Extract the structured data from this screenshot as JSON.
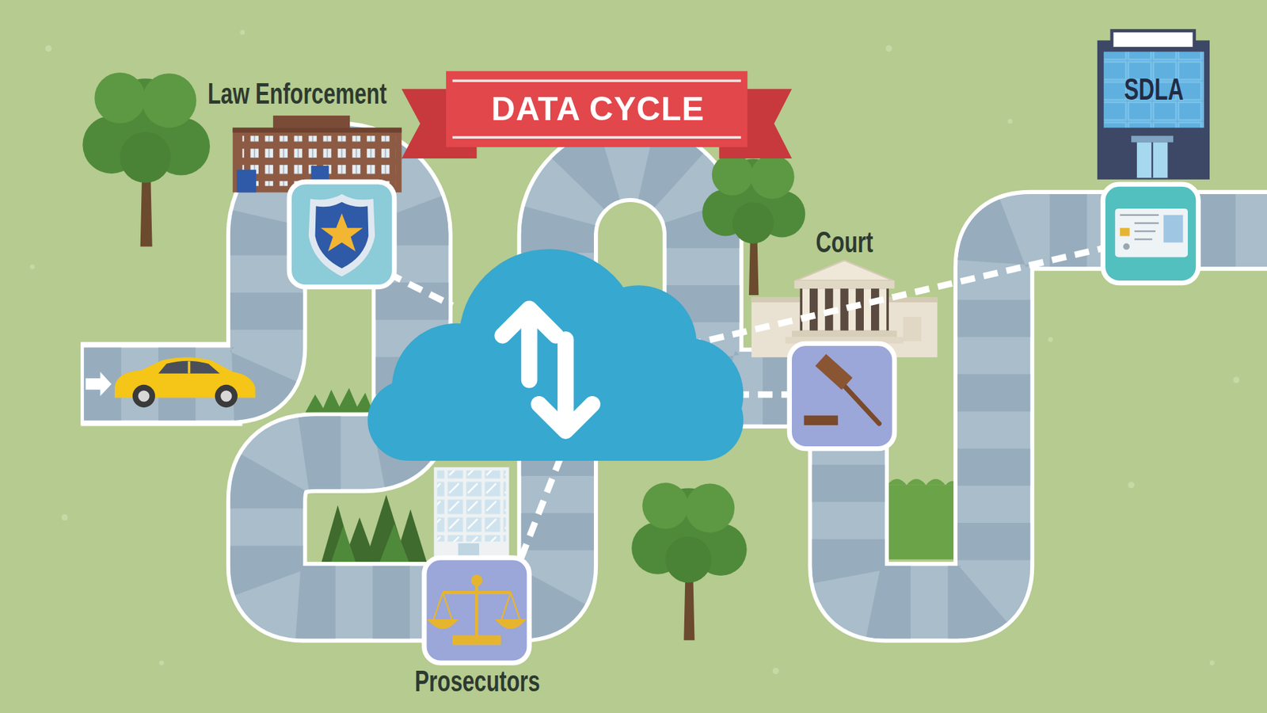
{
  "diagram": {
    "title": "DATA CYCLE",
    "nodes": [
      {
        "text": [
          "Law Enforcement"
        ]
      },
      {
        "text": [
          "Court"
        ]
      },
      {
        "text": [
          "SDLA"
        ]
      },
      {
        "text": [
          "Prosecutors"
        ]
      }
    ]
  }
}
